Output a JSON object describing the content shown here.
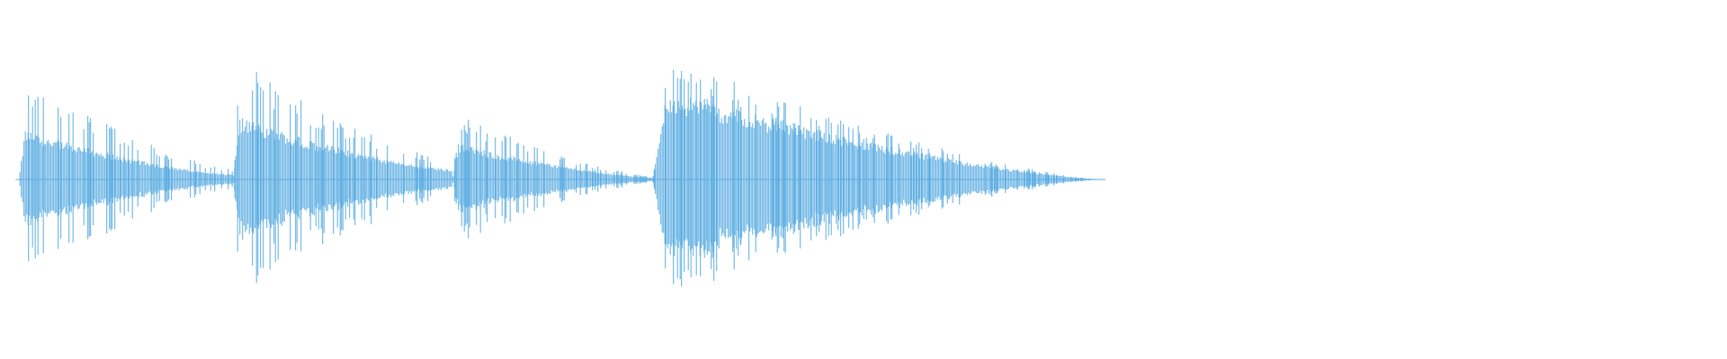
{
  "waveform": {
    "color": "#5dade2",
    "background": "#ffffff",
    "notes": [
      {
        "start": 0.011,
        "end": 0.135,
        "peak": 0.62,
        "body": 0.3,
        "tail": 0.1
      },
      {
        "start": 0.135,
        "end": 0.262,
        "peak": 0.72,
        "body": 0.38,
        "tail": 0.16
      },
      {
        "start": 0.262,
        "end": 0.378,
        "peak": 0.4,
        "body": 0.22,
        "tail": 0.05
      },
      {
        "start": 0.378,
        "end": 0.64,
        "peak": 0.76,
        "body": 0.55,
        "tail": 0.0
      }
    ],
    "end_of_signal": 0.64
  }
}
